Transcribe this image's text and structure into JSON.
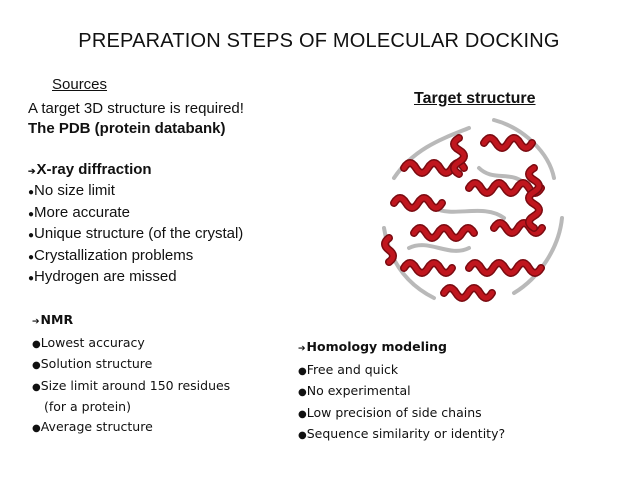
{
  "title": "PREPARATION STEPS OF MOLECULAR  DOCKING",
  "sources_label": "Sources",
  "target_heading": "Target structure",
  "intro": {
    "line1": "A target 3D structure is required!",
    "line2": "The PDB (protein databank)"
  },
  "xray": {
    "heading": "X-ray diffraction",
    "items": [
      "No size limit",
      "More accurate",
      "Unique structure (of the crystal)",
      "Crystallization problems",
      "Hydrogen are missed"
    ]
  },
  "nmr": {
    "heading": "NMR",
    "items": [
      "Lowest accuracy",
      "Solution structure",
      "Size limit around 150 residues",
      "(for a  protein)",
      "Average structure"
    ]
  },
  "homology": {
    "heading": "Homology modeling",
    "items": [
      "Free and quick",
      "No experimental",
      "Low precision of side chains",
      "Sequence similarity or identity?"
    ]
  },
  "colors": {
    "helix_red": "#c0161e",
    "helix_dark": "#7a0a10",
    "coil_gray": "#b9b9b9"
  }
}
